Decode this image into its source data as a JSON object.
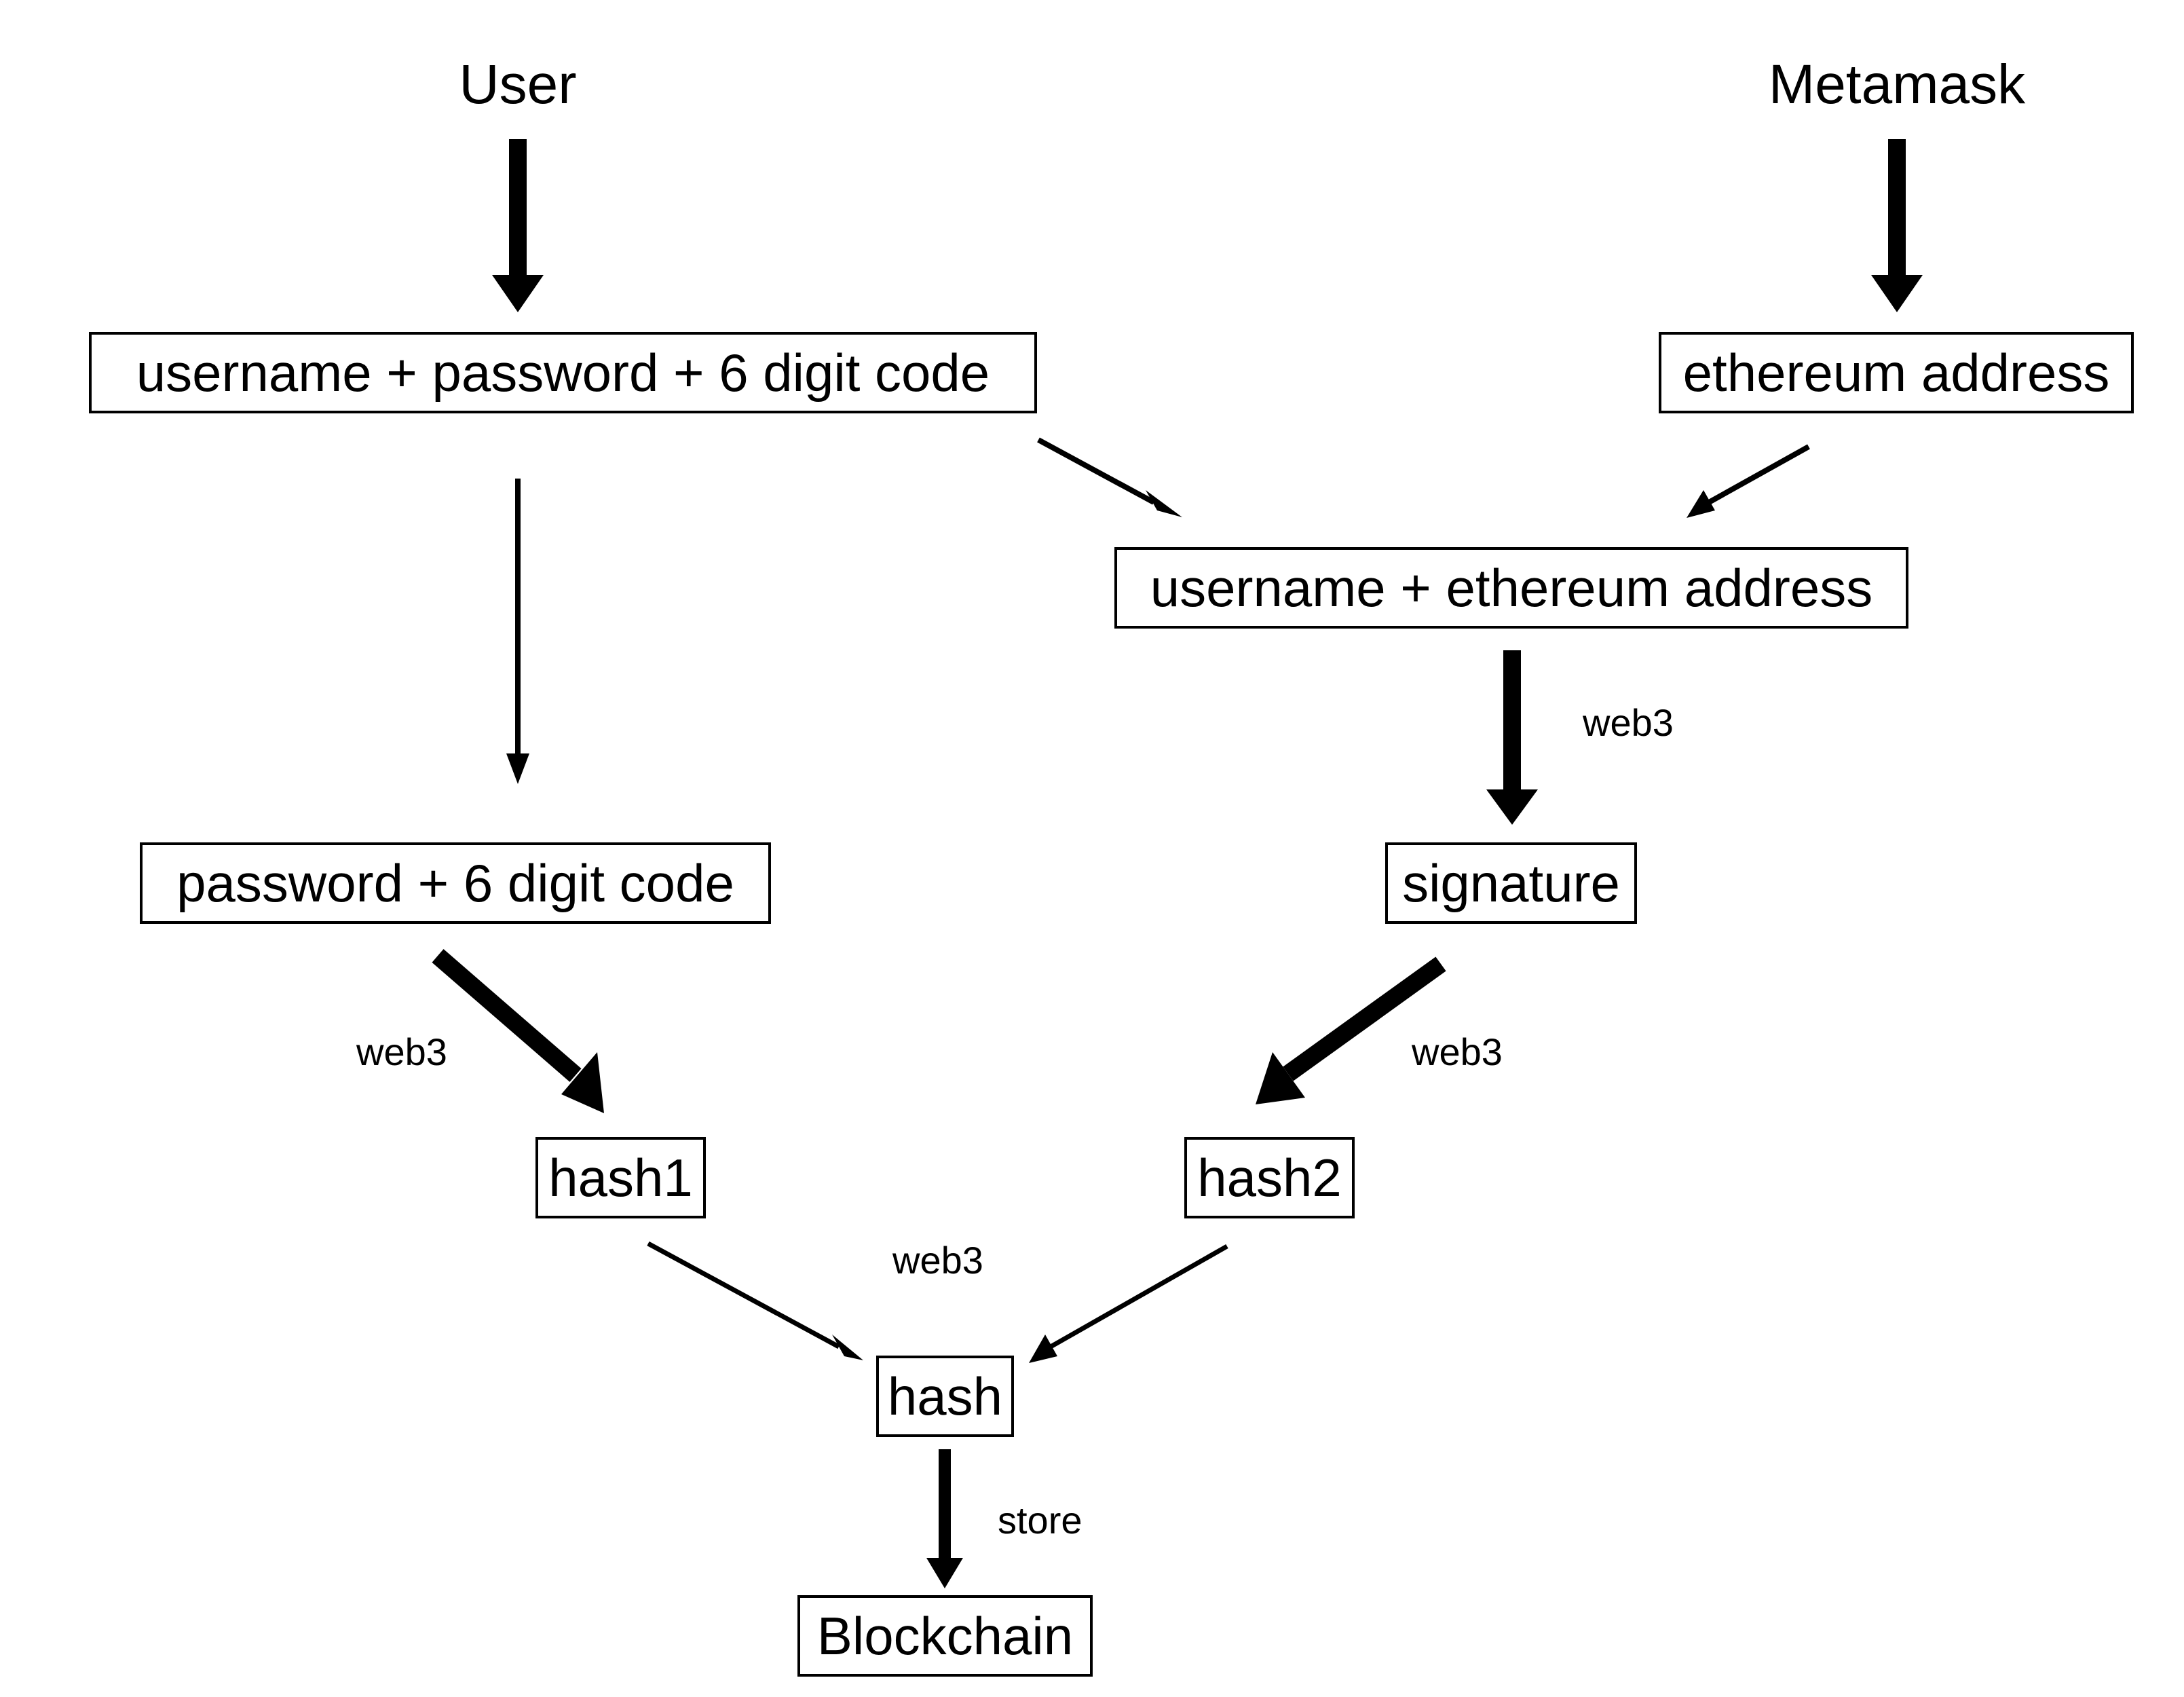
{
  "headings": {
    "user": "User",
    "metamask": "Metamask"
  },
  "nodes": {
    "credentials": "username + password + 6 digit code",
    "ethereum_address": "ethereum address",
    "username_address": "username + ethereum address",
    "password_code": "password + 6 digit code",
    "signature": "signature",
    "hash1": "hash1",
    "hash2": "hash2",
    "hash": "hash",
    "blockchain": "Blockchain"
  },
  "edge_labels": {
    "username_address_to_signature": "web3",
    "password_code_to_hash1": "web3",
    "signature_to_hash2": "web3",
    "hashes_to_hash": "web3",
    "hash_to_blockchain": "store"
  },
  "colors": {
    "stroke": "#000000",
    "background": "#ffffff"
  }
}
